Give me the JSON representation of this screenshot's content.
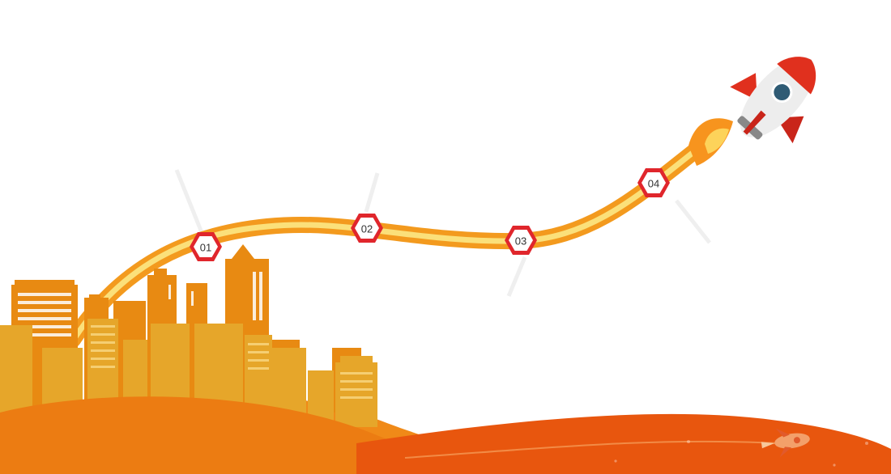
{
  "colors": {
    "trail_outer": "#F39A1E",
    "trail_inner": "#FBE07A",
    "hill_back": "#F08A18",
    "hill_front": "#E8560E",
    "city_back": "#E88A12",
    "city_front": "#E6A62A",
    "hexagon_border": "#E0262C",
    "rocket_body": "#EDEDED",
    "rocket_fin": "#E0301E",
    "rocket_window": "#2F5B74"
  },
  "milestones": [
    {
      "label": "01"
    },
    {
      "label": "02"
    },
    {
      "label": "03"
    },
    {
      "label": "04"
    }
  ],
  "icons": {
    "rocket": "rocket-icon",
    "small_rocket": "small-rocket-icon",
    "city": "city-skyline-icon"
  }
}
